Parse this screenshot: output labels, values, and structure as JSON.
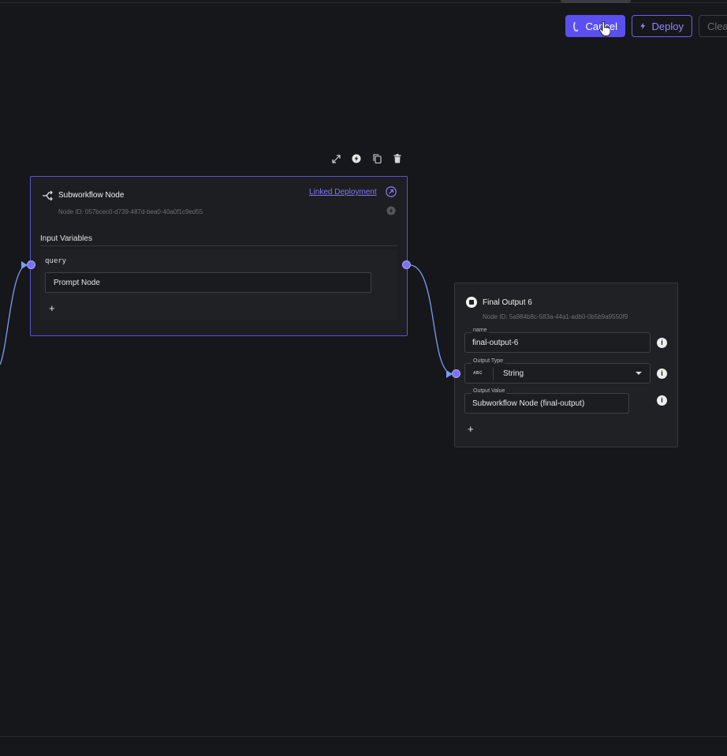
{
  "toolbar": {
    "cancel_label": "Cancel",
    "deploy_label": "Deploy",
    "clear_label": "Clear"
  },
  "node_actions": [
    "expand-icon",
    "bolt-icon",
    "copy-icon",
    "trash-icon"
  ],
  "subworkflow_node": {
    "title": "Subworkflow Node",
    "node_id": "Node ID: 057bcec0-d739-487d-bea0-40a0f1c9ed55",
    "linked_deployment": "Linked Deployment",
    "input_variables_label": "Input Variables",
    "variables": [
      {
        "name": "query",
        "value": "Prompt Node"
      }
    ],
    "add_label": "+"
  },
  "final_output_node": {
    "title": "Final Output 6",
    "node_id": "Node ID: 5a984b8c-583a-44a1-adb0-0b5b9a9550f9",
    "name_label": "name",
    "name_value": "final-output-6",
    "output_type_label": "Output Type",
    "output_type_badge": "ABC",
    "output_type_value": "String",
    "output_value_label": "Output Value",
    "output_value": "Subworkflow Node (final-output)",
    "add_label": "+"
  },
  "colors": {
    "background": "#16171a",
    "accent": "#5b4ff0",
    "edge": "#7a9cf5"
  }
}
